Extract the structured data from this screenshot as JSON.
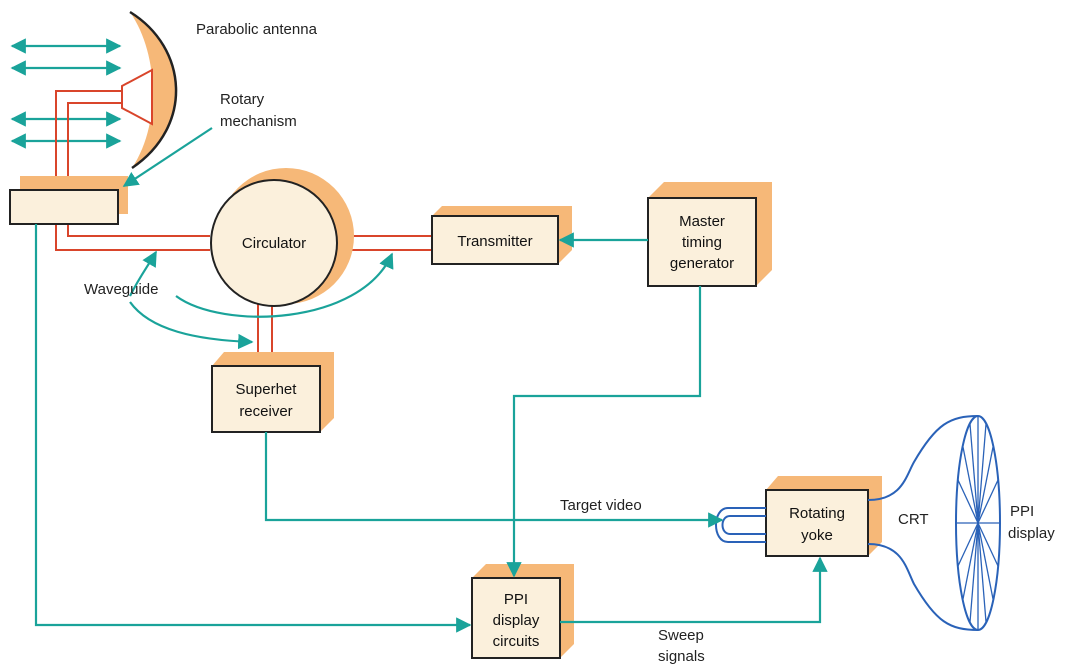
{
  "labels": {
    "antenna": "Parabolic antenna",
    "rotary_1": "Rotary",
    "rotary_2": "mechanism",
    "waveguide": "Waveguide",
    "target_video": "Target video",
    "sweep_1": "Sweep",
    "sweep_2": "signals",
    "crt": "CRT",
    "ppi_display_1": "PPI",
    "ppi_display_2": "display"
  },
  "blocks": {
    "circulator": "Circulator",
    "transmitter": "Transmitter",
    "master_1": "Master",
    "master_2": "timing",
    "master_3": "generator",
    "superhet_1": "Superhet",
    "superhet_2": "receiver",
    "rotating_1": "Rotating",
    "rotating_2": "yoke",
    "ppi_1": "PPI",
    "ppi_2": "display",
    "ppi_3": "circuits"
  },
  "colors": {
    "signal_line": "#1aa39a",
    "waveguide": "#d9452b",
    "shadow": "#f6b878",
    "block_fill": "#fbf0dc",
    "crt_outline": "#2a62b8"
  }
}
